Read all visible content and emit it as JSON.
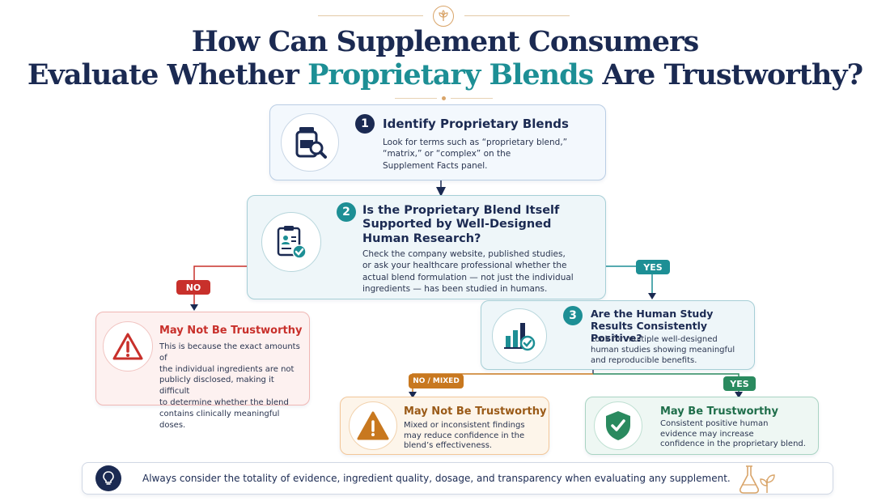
{
  "title": {
    "line1": "How Can Supplement Consumers",
    "line2_before": "Evaluate Whether ",
    "line2_accent": "Proprietary Blends",
    "line2_after": " Are Trustworthy?"
  },
  "step1": {
    "number": "1",
    "heading": "Identify Proprietary Blends",
    "body_lines": [
      "Look for terms such as “proprietary blend,”",
      "“matrix,” or “complex” on the",
      "Supplement Facts panel."
    ],
    "icon": "supplement-bottle-magnifier-icon"
  },
  "step2": {
    "number": "2",
    "heading_lines": [
      "Is the Proprietary Blend Itself",
      "Supported by Well-Designed",
      "Human Research?"
    ],
    "body_lines": [
      "Check the company website, published studies,",
      "or ask your healthcare professional whether the",
      "actual blend formulation — not just the individual",
      "ingredients — has been studied in humans."
    ],
    "icon": "clipboard-check-icon"
  },
  "branch_no": {
    "badge": "NO",
    "heading": "May Not Be Trustworthy",
    "body_lines": [
      "This is because the exact amounts of",
      "the individual ingredients are not",
      "publicly disclosed, making it difficult",
      "to determine whether the blend",
      "contains clinically meaningful doses."
    ],
    "icon": "warning-triangle-icon"
  },
  "branch_yes": {
    "badge": "YES"
  },
  "step3": {
    "number": "3",
    "heading_lines": [
      "Are the Human Study",
      "Results Consistently Positive?"
    ],
    "body_lines": [
      "Look for multiple well-designed",
      "human studies showing meaningful",
      "and reproducible benefits."
    ],
    "icon": "bar-chart-check-icon"
  },
  "outcome_mixed": {
    "badge": "NO / MIXED",
    "heading": "May Not Be Trustworthy",
    "body_lines": [
      "Mixed or inconsistent findings",
      "may reduce confidence in the",
      "blend’s effectiveness."
    ],
    "icon": "warning-triangle-icon"
  },
  "outcome_yes": {
    "badge": "YES",
    "heading": "May Be Trustworthy",
    "body_lines": [
      "Consistent positive human",
      "evidence may increase",
      "confidence in the proprietary blend."
    ],
    "icon": "shield-check-icon"
  },
  "footer": {
    "text": "Always consider the totality of evidence, ingredient quality, dosage, and transparency when evaluating any supplement.",
    "left_icon": "lightbulb-icon",
    "right_icon": "flask-leaf-icon"
  },
  "colors": {
    "navy": "#1b2a52",
    "teal": "#1d8f95",
    "red": "#c8302b",
    "orange": "#c8781f",
    "green": "#2a8a5f",
    "gold": "#d9a56a"
  }
}
